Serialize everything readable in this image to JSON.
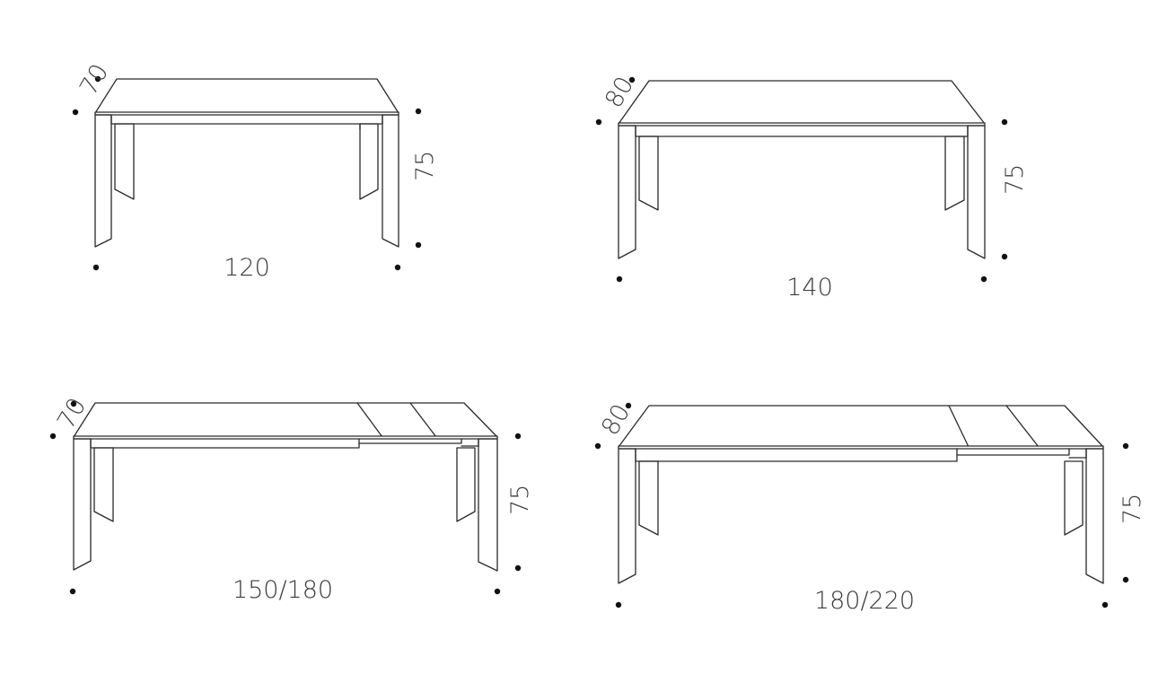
{
  "tables": [
    {
      "depth": "70",
      "height": "75",
      "width": "120"
    },
    {
      "depth": "80",
      "height": "75",
      "width": "140"
    },
    {
      "depth": "70",
      "height": "75",
      "width": "150/180"
    },
    {
      "depth": "80",
      "height": "75",
      "width": "180/220"
    }
  ],
  "colors": {
    "line": "#2a2a2a",
    "text": "#3d3d3d",
    "dot": "#111111"
  }
}
